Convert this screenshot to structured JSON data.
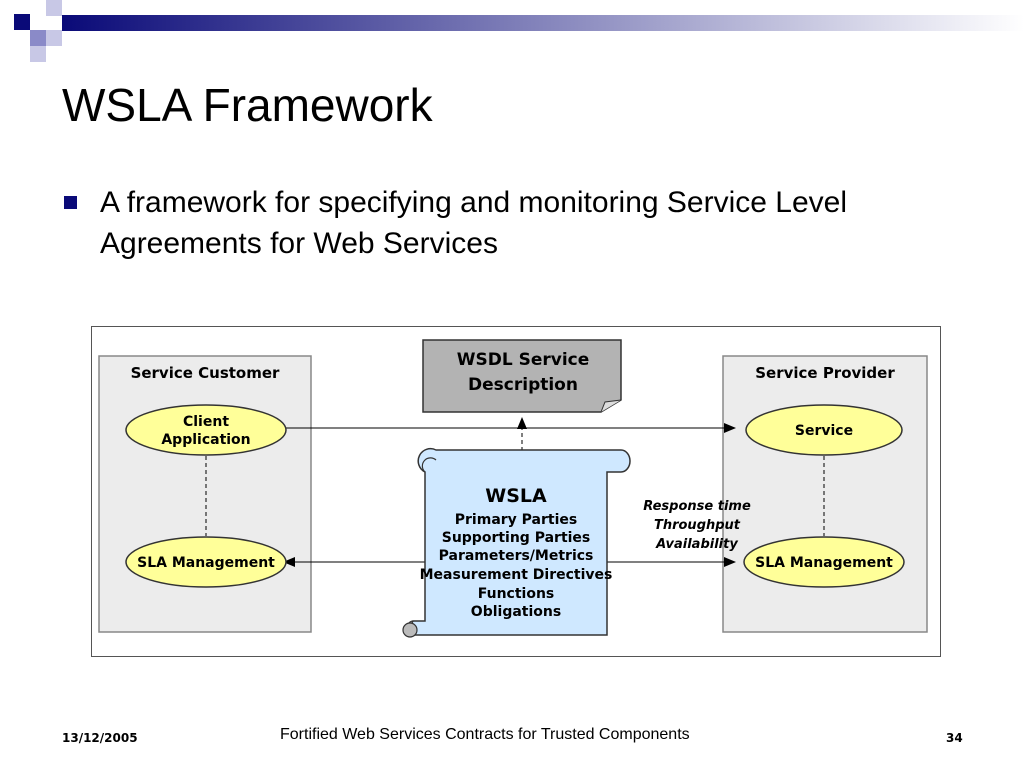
{
  "slide": {
    "title": "WSLA Framework",
    "bullet": "A framework for specifying and monitoring Service Level Agreements for Web Services"
  },
  "diagram": {
    "service_customer": {
      "title": "Service Customer",
      "client_application_line1": "Client",
      "client_application_line2": "Application",
      "sla_management": "SLA Management"
    },
    "service_provider": {
      "title": "Service Provider",
      "service": "Service",
      "sla_management": "SLA Management"
    },
    "wsdl": {
      "line1": "WSDL Service",
      "line2": "Description"
    },
    "wsla": {
      "title": "WSLA",
      "items": [
        "Primary Parties",
        "Supporting Parties",
        "Parameters/Metrics",
        "Measurement Directives",
        "Functions",
        "Obligations"
      ]
    },
    "metrics_labels": [
      "Response time",
      "Throughput",
      "Availability"
    ]
  },
  "footer": {
    "date": "13/12/2005",
    "center": "Fortified Web Services Contracts for Trusted Components",
    "page": "34"
  },
  "colors": {
    "accent_navy": "#0a0a78",
    "ellipse_fill": "#ffff99",
    "scroll_fill": "#cfe8ff",
    "panel_fill": "#ececec"
  }
}
